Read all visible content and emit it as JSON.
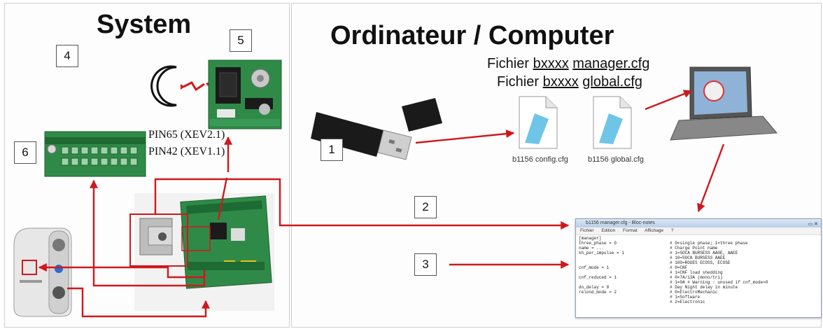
{
  "left_panel": {
    "title": "System"
  },
  "right_panel": {
    "title": "Ordinateur / Computer"
  },
  "number_labels": [
    "1",
    "2",
    "3",
    "4",
    "5",
    "6"
  ],
  "pins": [
    "PIN65 (XEV2.1)",
    "PIN42 (XEV1.1)"
  ],
  "files": {
    "manager_line": {
      "prefix": "Fichier ",
      "u1": "bxxxx",
      "u2": "manager.cfg"
    },
    "global_line": {
      "prefix": "Fichier ",
      "u1": "bxxxx",
      "u2": "global.cfg"
    },
    "config_caption": "b1156 config.cfg",
    "global_caption": "b1156 global.cfg"
  },
  "editor": {
    "title": "b1156 manager.cfg - Bloc-notes",
    "menu": [
      "Fichier",
      "Edition",
      "Format",
      "Affichage",
      "?"
    ],
    "lines": [
      {
        "code": "[manager]",
        "comment": ""
      },
      {
        "code": "three_phase = 0",
        "comment": "# 0=single phase; 1=three phase"
      },
      {
        "code": "name = ...",
        "comment": "# Charge Point name"
      },
      {
        "code": "kh_per_impulse = 1",
        "comment": "# 1=SOCA BURSESS AA0E, AAEE"
      },
      {
        "code": "",
        "comment": "# 10=SOCA BURSESS AAEE"
      },
      {
        "code": "",
        "comment": "# 100=ROUES ECOSS, ECOSE"
      },
      {
        "code": "cnf_mode = 1",
        "comment": "# 0=CNF"
      },
      {
        "code": "",
        "comment": "# 1=CNF load shedding"
      },
      {
        "code": "cnf_reduced = 1",
        "comment": "# 0=7A/13A (mono/tri)"
      },
      {
        "code": "",
        "comment": "# 1=0A   # Warning : unused if cnf_mode=0"
      },
      {
        "code": "dn_delay = 0",
        "comment": "# Day Night delay in minute"
      },
      {
        "code": "relond_mode = 2",
        "comment": "# 0=ElectroMechanic"
      },
      {
        "code": "",
        "comment": "# 1=Software"
      },
      {
        "code": "",
        "comment": "# 2=Electronic"
      }
    ]
  },
  "colors": {
    "arrow": "#d0181c",
    "panel_border": "#cfcfcf"
  }
}
